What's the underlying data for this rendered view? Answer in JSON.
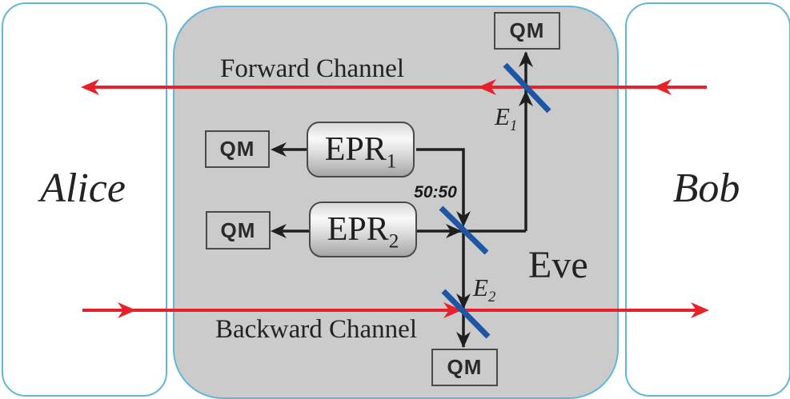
{
  "diagram": {
    "parties": {
      "alice": "Alice",
      "bob": "Bob",
      "eve": "Eve"
    },
    "channels": {
      "forward_label": "Forward Channel",
      "backward_label": "Backward Channel"
    },
    "nodes": {
      "qm_label": "QM",
      "epr1": {
        "base": "EPR",
        "sub": "1"
      },
      "epr2": {
        "base": "EPR",
        "sub": "2"
      },
      "e1": {
        "base": "E",
        "sub": "1"
      },
      "e2": {
        "base": "E",
        "sub": "2"
      },
      "beamsplitter_ratio": "50:50"
    },
    "colors": {
      "channel_red": "#e8202a",
      "beamsplitter_blue": "#1e56a6",
      "party_border_blue": "#62b6d8",
      "eve_fill_gray": "#cbcbcb",
      "path_black": "#1f1f1f"
    }
  }
}
